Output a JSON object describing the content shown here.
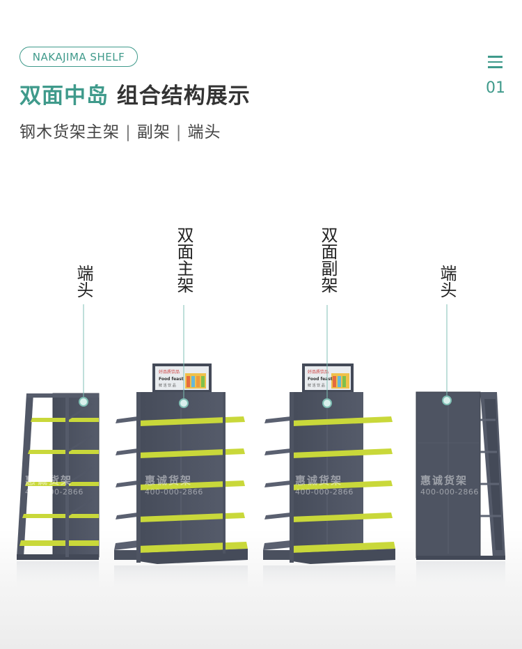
{
  "header": {
    "badge": "NAKAJIMA SHELF",
    "title_accent": "双面中岛",
    "title_rest": " 组合结构展示",
    "subtitle_parts": [
      "钢木货架主架",
      "副架",
      "端头"
    ],
    "page_number": "01"
  },
  "labels": {
    "left_end": "端头",
    "main_frame": "双面主架",
    "sub_frame": "双面副架",
    "right_end": "端头"
  },
  "watermark": {
    "brand": "惠诚货架",
    "phone": "400-000-2866"
  },
  "sign": {
    "line1": "好品质饮品",
    "line2": "Food feast",
    "line3": "鲜 活 饮 品"
  },
  "colors": {
    "accent": "#3f9a8b",
    "shelf": "#4b5160",
    "shelf_edge": "#c9d83a"
  }
}
